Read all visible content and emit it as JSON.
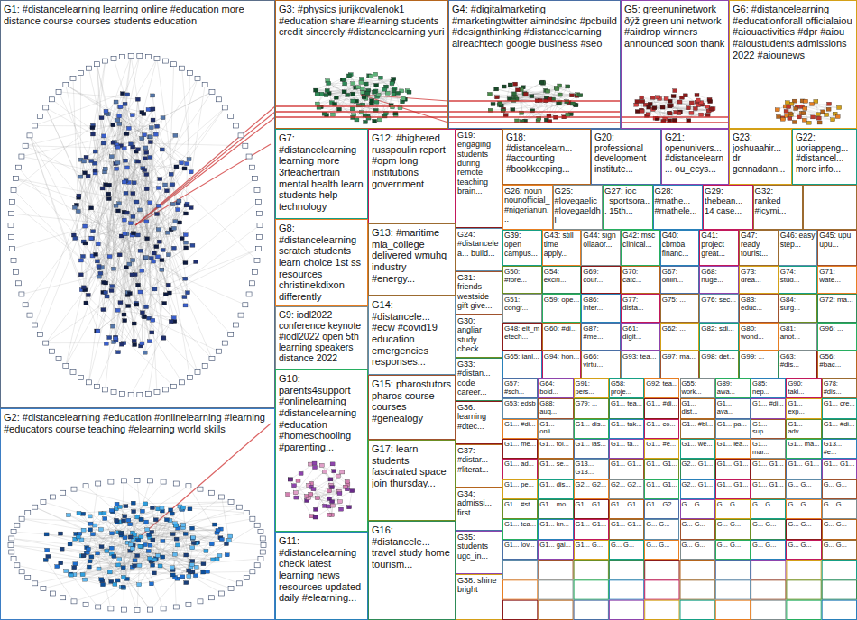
{
  "diagram": {
    "nodes": [
      {
        "text": [
          "G1: #distancelearning learning online #education more distance course courses students education"
        ]
      },
      {
        "text": [
          "G2: #distancelearning #education #onlinelearning #learning #educators course teaching #elearning world skills"
        ]
      },
      {
        "text": [
          "G3: #physics jurijkovalenok1 #education share #learning students credit sincerely #distancelearning yuri"
        ]
      },
      {
        "text": [
          "G4: #digitalmarketing #marketingtwitter aimindsinc #pcbuild #designthinking #distancelearning aireachtech google business #seo"
        ]
      },
      {
        "text": [
          "G5: greenuninetwork ðÿž green uni network #airdrop winners announced soon thank"
        ]
      },
      {
        "text": [
          "G6: #distancelearning #educationforall officialaiou #aiouactivities #dpr #aiou #aioustudents admissions 2022 #aiounews"
        ]
      },
      {
        "text": [
          "G7: #distancelearning learning more 3rteachertrain mental health learn students help technology"
        ]
      },
      {
        "text": [
          "G8: #distancelearning scratch students learn choice 1st ss resources christinekdixon differently"
        ]
      },
      {
        "text": [
          "G9: iodl2022 conference keynote #iodl2022 open 5th learning speakers distance 2022"
        ]
      },
      {
        "text": [
          "G10: parents4support #onlinelearning #distancelearning #education #homeschooling #parenting..."
        ]
      },
      {
        "text": [
          "G11: #distancelearning check latest learning news resources updated daily #elearning..."
        ]
      },
      {
        "text": [
          "G12: #highered russpoulin report #opm long institutions government"
        ]
      },
      {
        "text": [
          "G13: #maritime mla_college delivered wmuhq industry #energy..."
        ]
      },
      {
        "text": [
          "G14: #distancele... #ecw #covid19 education emergencies responses..."
        ]
      },
      {
        "text": [
          "G15: pharostutors pharos course courses #genealogy"
        ]
      },
      {
        "text": [
          "G17: learn students fascinated space join thursday..."
        ]
      },
      {
        "text": [
          "G16: #distancele... travel study home tourism..."
        ]
      },
      {
        "text": [
          "G19: engaging students during remote teaching brain..."
        ]
      },
      {
        "text": [
          "G18: #distancelearn... #accounting #bookkeeping..."
        ]
      },
      {
        "text": [
          "G20: professional development institute..."
        ]
      },
      {
        "text": [
          "G21: openunivers... #distancelearn... ou_ecys..."
        ]
      },
      {
        "text": [
          "G23: joshuaahir... dr gennadann..."
        ]
      },
      {
        "text": [
          "G22: uoriappeng... #distancel... more info..."
        ]
      },
      {
        "text": [
          "G26: noun nounofficial_ #nigerianun..."
        ]
      },
      {
        "text": [
          "G25: #lovegaelic #lovegaeldhl..."
        ]
      },
      {
        "text": [
          "G27: ioc _sportsora... 15th..."
        ]
      },
      {
        "text": [
          "G28: #mathe... #mathele..."
        ]
      },
      {
        "text": [
          "G29: thebean... 14 case..."
        ]
      },
      {
        "text": [
          "G32: ranked #icymi..."
        ]
      },
      {
        "text": [
          "G24: #distancelea... build..."
        ]
      },
      {
        "text": [
          "G31: friends westside gift give..."
        ]
      },
      {
        "text": [
          "G30: angliar study check..."
        ]
      },
      {
        "text": [
          "G33: #distan... code career..."
        ]
      },
      {
        "text": [
          "G36: learning #dtec..."
        ]
      },
      {
        "text": [
          "G37: #distar... #literat..."
        ]
      },
      {
        "text": [
          "G34: admissi... first..."
        ]
      },
      {
        "text": [
          "G35: students ugc_in..."
        ]
      },
      {
        "text": [
          "G38: shine bright"
        ]
      },
      {
        "text": [
          "G39: open campus..."
        ]
      },
      {
        "text": [
          "G43: still time apply..."
        ]
      },
      {
        "text": [
          "G44: sign ollaaor..."
        ]
      },
      {
        "text": [
          "G42: msc clinical..."
        ]
      },
      {
        "text": [
          "G40: cbmba financ..."
        ]
      },
      {
        "text": [
          "G41: project great..."
        ]
      },
      {
        "text": [
          "G47: ready tourist..."
        ]
      },
      {
        "text": [
          "G46: easy step..."
        ]
      },
      {
        "text": [
          "G45: upu upu..."
        ]
      },
      {
        "text": [
          "G50: #fore..."
        ]
      },
      {
        "text": [
          "G54: exciti..."
        ]
      },
      {
        "text": [
          "G69: cour..."
        ]
      },
      {
        "text": [
          "G70: catc..."
        ]
      },
      {
        "text": [
          "G67: onlin..."
        ]
      },
      {
        "text": [
          "G68: huge..."
        ]
      },
      {
        "text": [
          "G73: drea..."
        ]
      },
      {
        "text": [
          "G74: stud..."
        ]
      },
      {
        "text": [
          "G71: wate..."
        ]
      },
      {
        "text": [
          "G51: congr..."
        ]
      },
      {
        "text": [
          "G59: ope..."
        ]
      },
      {
        "text": [
          "G86: inter..."
        ]
      },
      {
        "text": [
          "G77: dista..."
        ]
      },
      {
        "text": [
          "G75: ..."
        ]
      },
      {
        "text": [
          "G76: sec..."
        ]
      },
      {
        "text": [
          "G83: educ..."
        ]
      },
      {
        "text": [
          "G84: surg..."
        ]
      },
      {
        "text": [
          "G72: ma..."
        ]
      },
      {
        "text": [
          "G48: elt_m etech..."
        ]
      },
      {
        "text": [
          "G60: #di..."
        ]
      },
      {
        "text": [
          "G87: #me..."
        ]
      },
      {
        "text": [
          "G61: digit..."
        ]
      },
      {
        "text": [
          "G62: ..."
        ]
      },
      {
        "text": [
          "G82: sdi..."
        ]
      },
      {
        "text": [
          "G80: wond..."
        ]
      },
      {
        "text": [
          "G81: anot..."
        ]
      },
      {
        "text": [
          "G96: ..."
        ]
      },
      {
        "text": [
          "G65: ianl..."
        ]
      },
      {
        "text": [
          "G94: hon..."
        ]
      },
      {
        "text": [
          "G66: virtu..."
        ]
      },
      {
        "text": [
          "G93: tea..."
        ]
      },
      {
        "text": [
          "G97: ma..."
        ]
      },
      {
        "text": [
          "G98: det..."
        ]
      },
      {
        "text": [
          "G99: ..."
        ]
      },
      {
        "text": [
          "G63: #dis..."
        ]
      },
      {
        "text": [
          "G56: #bac..."
        ]
      },
      {
        "text": [
          "G57: #sch..."
        ]
      },
      {
        "text": [
          "G64: bold..."
        ]
      },
      {
        "text": [
          "G91: pers..."
        ]
      },
      {
        "text": [
          "G58: proje..."
        ]
      },
      {
        "text": [
          "G92: tea..."
        ]
      },
      {
        "text": [
          "G55: work..."
        ]
      },
      {
        "text": [
          "G89: awa..."
        ]
      },
      {
        "text": [
          "G85: nep..."
        ]
      },
      {
        "text": [
          "G90: taki..."
        ]
      },
      {
        "text": [
          "G78: #dis..."
        ]
      },
      {
        "text": [
          "G53: edsb"
        ]
      },
      {
        "text": [
          "G88: aug..."
        ]
      },
      {
        "text": [
          "G79: ..."
        ]
      },
      {
        "text": [
          "G1... tea..."
        ]
      },
      {
        "text": [
          "G1... #di..."
        ]
      },
      {
        "text": [
          "G1... dist..."
        ]
      },
      {
        "text": [
          "G1... ava..."
        ]
      },
      {
        "text": [
          "G1... #di..."
        ]
      },
      {
        "text": [
          "G1... exp..."
        ]
      },
      {
        "text": [
          "G1... cre..."
        ]
      },
      {
        "text": [
          "G1... #di..."
        ]
      },
      {
        "text": [
          "G1... onli..."
        ]
      },
      {
        "text": [
          "G1... dis..."
        ]
      },
      {
        "text": [
          "G1... tak..."
        ]
      },
      {
        "text": [
          "G1... co..."
        ]
      },
      {
        "text": [
          "G1... #bl..."
        ]
      },
      {
        "text": [
          "G1... pa..."
        ]
      },
      {
        "text": [
          "G1... sup..."
        ]
      },
      {
        "text": [
          "G1... adv..."
        ]
      },
      {
        "text": [
          "G1... #di..."
        ]
      },
      {
        "text": [
          "G1... me..."
        ]
      },
      {
        "text": [
          "G1... fol..."
        ]
      },
      {
        "text": [
          "G1... las..."
        ]
      },
      {
        "text": [
          "G1... ta..."
        ]
      },
      {
        "text": [
          "G1... #e..."
        ]
      },
      {
        "text": [
          "G1... we..."
        ]
      },
      {
        "text": [
          "G1... lea..."
        ]
      },
      {
        "text": [
          "G1... mar..."
        ]
      },
      {
        "text": [
          "G1... ma..."
        ]
      },
      {
        "text": [
          "G13... #e..."
        ]
      },
      {
        "text": [
          "G1... ad..."
        ]
      },
      {
        "text": [
          "G1... se..."
        ]
      },
      {
        "text": [
          "G13... G13..."
        ]
      },
      {
        "text": [
          "G1... G1..."
        ]
      },
      {
        "text": [
          "G1... G1..."
        ]
      },
      {
        "text": [
          "G2... G1..."
        ]
      },
      {
        "text": [
          "G1... G1..."
        ]
      },
      {
        "text": [
          "G1... G1..."
        ]
      },
      {
        "text": [
          "G1... G1..."
        ]
      },
      {
        "text": [
          "G1... G1..."
        ]
      },
      {
        "text": [
          "G1... pe..."
        ]
      },
      {
        "text": [
          "G1... dis..."
        ]
      },
      {
        "text": [
          "G2... G2..."
        ]
      },
      {
        "text": [
          "G2... G2..."
        ]
      },
      {
        "text": [
          "G1... G1..."
        ]
      },
      {
        "text": [
          "G2... G1..."
        ]
      },
      {
        "text": [
          "G1... G1..."
        ]
      },
      {
        "text": [
          "G1... G1..."
        ]
      },
      {
        "text": [
          "G... G..."
        ]
      },
      {
        "text": [
          "G... G..."
        ]
      },
      {
        "text": [
          "G1... #st..."
        ]
      },
      {
        "text": [
          "G1... mo..."
        ]
      },
      {
        "text": [
          "G1... G1..."
        ]
      },
      {
        "text": [
          "G1... G1..."
        ]
      },
      {
        "text": [
          "G1... G2..."
        ]
      },
      {
        "text": [
          "G... G..."
        ]
      },
      {
        "text": [
          "G... G..."
        ]
      },
      {
        "text": [
          "G... G..."
        ]
      },
      {
        "text": [
          "G... G..."
        ]
      },
      {
        "text": [
          "G... G..."
        ]
      },
      {
        "text": [
          "G1... tea..."
        ]
      },
      {
        "text": [
          "G1... kn..."
        ]
      },
      {
        "text": [
          "G1... G1..."
        ]
      },
      {
        "text": [
          "G1... G1..."
        ]
      },
      {
        "text": [
          "G... G..."
        ]
      },
      {
        "text": [
          "G... G..."
        ]
      },
      {
        "text": [
          "G... G..."
        ]
      },
      {
        "text": [
          "G... G..."
        ]
      },
      {
        "text": [
          "G... G..."
        ]
      },
      {
        "text": [
          "G... G..."
        ]
      },
      {
        "text": [
          "G1... lov..."
        ]
      },
      {
        "text": [
          "G1... gai..."
        ]
      },
      {
        "text": [
          "G1... G..."
        ]
      },
      {
        "text": [
          "G... G..."
        ]
      },
      {
        "text": [
          "G... G..."
        ]
      },
      {
        "text": [
          "G... G..."
        ]
      },
      {
        "text": [
          "G... G..."
        ]
      },
      {
        "text": [
          "G... G..."
        ]
      },
      {
        "text": [
          "G... G..."
        ]
      },
      {
        "text": [
          "G... G..."
        ]
      }
    ],
    "edges": [
      {
        "from": 0,
        "to": 3,
        "arrow": "none"
      },
      {
        "from": 0,
        "to": 4,
        "arrow": "none"
      },
      {
        "from": 0,
        "to": 5,
        "arrow": "none"
      },
      {
        "from": 2,
        "to": 4,
        "arrow": "none"
      },
      {
        "from": 2,
        "to": 5,
        "arrow": "none"
      }
    ]
  }
}
